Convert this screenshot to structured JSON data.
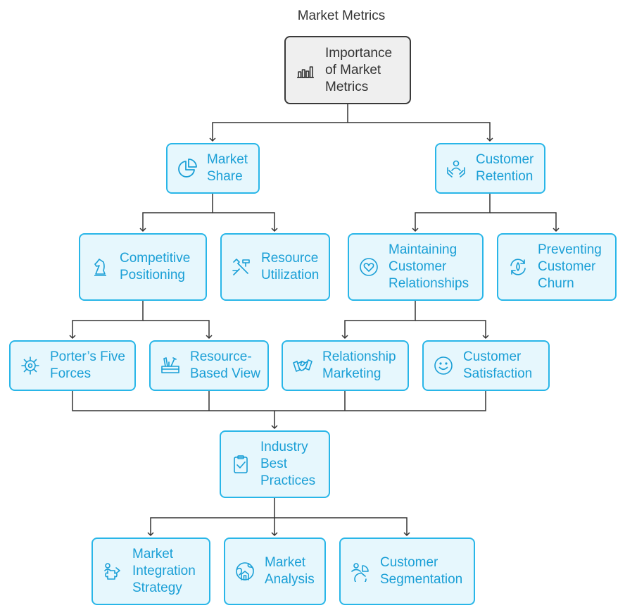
{
  "title": "Market Metrics",
  "colors": {
    "accent": "#29b6e8",
    "accent_text": "#1a9fd6",
    "fill": "#e6f7fd",
    "root_border": "#3a3a3a",
    "root_fill": "#efefef",
    "wire": "#333333"
  },
  "nodes": {
    "root": {
      "label": "Importance\nof Market\nMetrics",
      "icon": "bar-chart-icon"
    },
    "market_share": {
      "label": "Market\nShare",
      "icon": "pie-chart-icon"
    },
    "customer_retention": {
      "label": "Customer\nRetention",
      "icon": "people-hands-icon"
    },
    "competitive_positioning": {
      "label": "Competitive\nPositioning",
      "icon": "chess-knight-icon"
    },
    "resource_utilization": {
      "label": "Resource\nUtilization",
      "icon": "tools-icon"
    },
    "maintaining_relationships": {
      "label": "Maintaining\nCustomer\nRelationships",
      "icon": "heart-circle-icon"
    },
    "preventing_churn": {
      "label": "Preventing\nCustomer\nChurn",
      "icon": "water-cycle-icon"
    },
    "porters_five_forces": {
      "label": "Porter’s Five\nForces",
      "icon": "gear-icon"
    },
    "resource_based_view": {
      "label": "Resource-\nBased View",
      "icon": "toolbox-icon"
    },
    "relationship_marketing": {
      "label": "Relationship\nMarketing",
      "icon": "handshake-icon"
    },
    "customer_satisfaction": {
      "label": "Customer\nSatisfaction",
      "icon": "smile-icon"
    },
    "industry_best_practices": {
      "label": "Industry\nBest\nPractices",
      "icon": "clipboard-check-icon"
    },
    "market_integration_strategy": {
      "label": "Market\nIntegration\nStrategy",
      "icon": "puzzle-person-icon"
    },
    "market_analysis": {
      "label": "Market\nAnalysis",
      "icon": "globe-house-icon"
    },
    "customer_segmentation": {
      "label": "Customer\nSegmentation",
      "icon": "segmentation-icon"
    }
  }
}
